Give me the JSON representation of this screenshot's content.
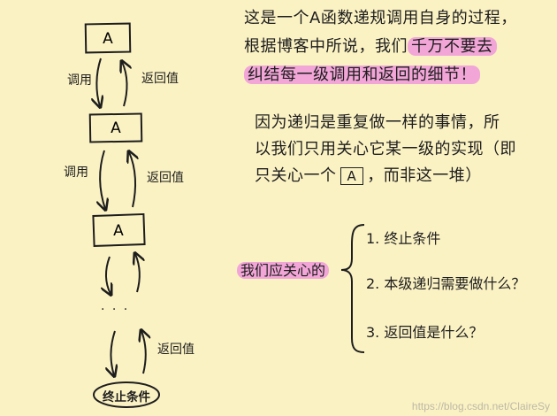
{
  "diagram": {
    "boxes": [
      {
        "label": "A"
      },
      {
        "label": "A"
      },
      {
        "label": "A"
      }
    ],
    "edge_labels": {
      "call_1": "调用",
      "return_1": "返回值",
      "call_2": "调用",
      "return_2": "返回值",
      "return_3": "返回值"
    },
    "ellipsis": "· · ·",
    "terminal": "终止条件"
  },
  "notes": {
    "para1": {
      "line1": "这是一个A函数递规调用自身的过程，",
      "line2_pre": "根据博客中所说，我们",
      "line2_hl": "千万不要去",
      "line3_hl": "纠结每一级调用和返回的细节！"
    },
    "para2": {
      "line1": "因为递归是重复做一样的事情，所",
      "line2": "以我们只用关心它某一级的实现（即",
      "line3_pre": "只关心一个",
      "line3_box": "A",
      "line3_post": "，而非这一堆）"
    },
    "focus": {
      "label": "我们应关心的",
      "items": [
        "1. 终止条件",
        "2. 本级递归需要做什么？",
        "3. 返回值是什么？"
      ]
    }
  },
  "watermark": "https://blog.csdn.net/ClaireSy",
  "colors": {
    "background": "#fbf2c4",
    "highlight": "#f2a6d8",
    "ink": "#1d1d1d"
  }
}
